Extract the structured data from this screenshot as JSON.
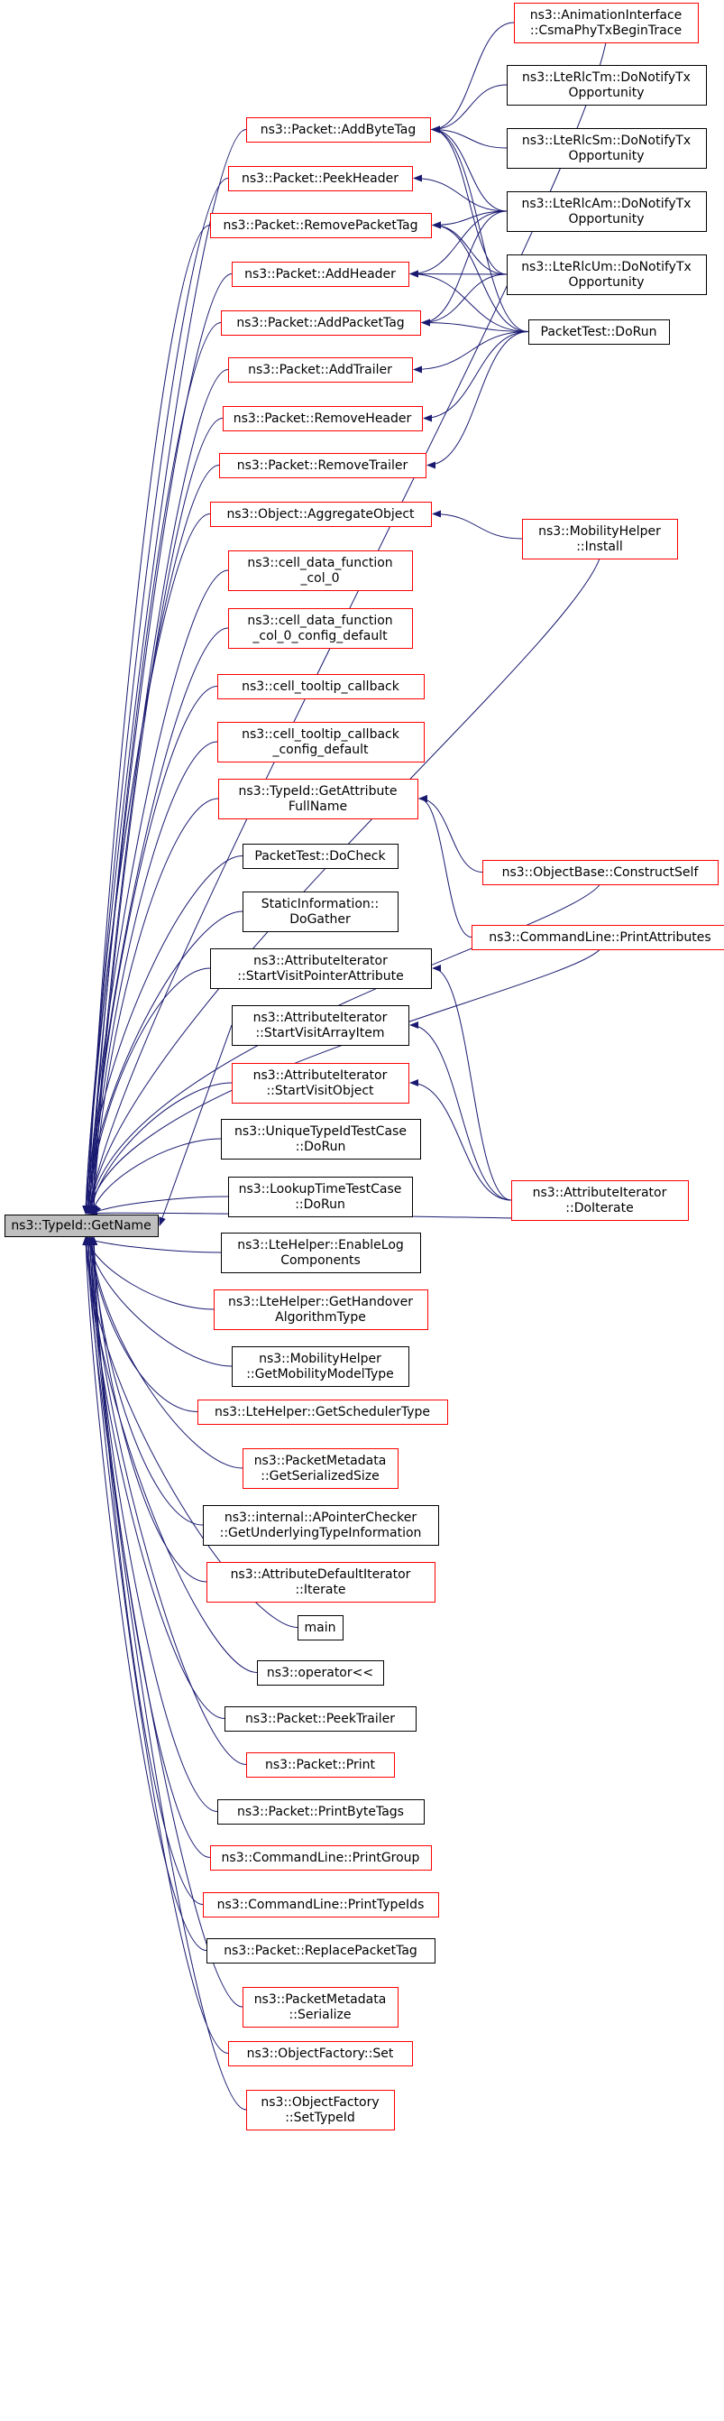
{
  "diagram": {
    "root": "ns3::TypeId::GetName",
    "colors": {
      "edge": "#191970",
      "red_border": "#ff0000",
      "black_border": "#000000",
      "root_fill": "#bfbfbf"
    },
    "callers": [
      {
        "id": "addbytetag",
        "lines": [
          "ns3::Packet::AddByteTag"
        ],
        "border": "red"
      },
      {
        "id": "peekheader",
        "lines": [
          "ns3::Packet::PeekHeader"
        ],
        "border": "red"
      },
      {
        "id": "removepackettag",
        "lines": [
          "ns3::Packet::RemovePacketTag"
        ],
        "border": "red"
      },
      {
        "id": "addheader",
        "lines": [
          "ns3::Packet::AddHeader"
        ],
        "border": "red"
      },
      {
        "id": "addpackettag",
        "lines": [
          "ns3::Packet::AddPacketTag"
        ],
        "border": "red"
      },
      {
        "id": "addtrailer",
        "lines": [
          "ns3::Packet::AddTrailer"
        ],
        "border": "red"
      },
      {
        "id": "removeheader",
        "lines": [
          "ns3::Packet::RemoveHeader"
        ],
        "border": "red"
      },
      {
        "id": "removetrailer",
        "lines": [
          "ns3::Packet::RemoveTrailer"
        ],
        "border": "red"
      },
      {
        "id": "aggregateobject",
        "lines": [
          "ns3::Object::AggregateObject"
        ],
        "border": "red"
      },
      {
        "id": "celldata0",
        "lines": [
          "ns3::cell_data_function",
          "_col_0"
        ],
        "border": "red"
      },
      {
        "id": "celldata0cfg",
        "lines": [
          "ns3::cell_data_function",
          "_col_0_config_default"
        ],
        "border": "red"
      },
      {
        "id": "celltooltip",
        "lines": [
          "ns3::cell_tooltip_callback"
        ],
        "border": "red"
      },
      {
        "id": "celltooltipcfg",
        "lines": [
          "ns3::cell_tooltip_callback",
          "_config_default"
        ],
        "border": "red"
      },
      {
        "id": "getattrfullname",
        "lines": [
          "ns3::TypeId::GetAttribute",
          "FullName"
        ],
        "border": "red"
      },
      {
        "id": "docheck",
        "lines": [
          "PacketTest::DoCheck"
        ],
        "border": "black"
      },
      {
        "id": "dogather",
        "lines": [
          "StaticInformation::",
          "DoGather"
        ],
        "border": "black"
      },
      {
        "id": "startvisitptr",
        "lines": [
          "ns3::AttributeIterator",
          "::StartVisitPointerAttribute"
        ],
        "border": "black"
      },
      {
        "id": "startvisitarr",
        "lines": [
          "ns3::AttributeIterator",
          "::StartVisitArrayItem"
        ],
        "border": "black"
      },
      {
        "id": "startvisitobj",
        "lines": [
          "ns3::AttributeIterator",
          "::StartVisitObject"
        ],
        "border": "red"
      },
      {
        "id": "uniquetypeid",
        "lines": [
          "ns3::UniqueTypeIdTestCase",
          "::DoRun"
        ],
        "border": "black"
      },
      {
        "id": "lookuptime",
        "lines": [
          "ns3::LookupTimeTestCase",
          "::DoRun"
        ],
        "border": "black"
      },
      {
        "id": "enablelog",
        "lines": [
          "ns3::LteHelper::EnableLog",
          "Components"
        ],
        "border": "black"
      },
      {
        "id": "gethandover",
        "lines": [
          "ns3::LteHelper::GetHandover",
          "AlgorithmType"
        ],
        "border": "red"
      },
      {
        "id": "getmobility",
        "lines": [
          "ns3::MobilityHelper",
          "::GetMobilityModelType"
        ],
        "border": "black"
      },
      {
        "id": "getscheduler",
        "lines": [
          "ns3::LteHelper::GetSchedulerType"
        ],
        "border": "red"
      },
      {
        "id": "getserialized",
        "lines": [
          "ns3::PacketMetadata",
          "::GetSerializedSize"
        ],
        "border": "red"
      },
      {
        "id": "apointer",
        "lines": [
          "ns3::internal::APointerChecker",
          "::GetUnderlyingTypeInformation"
        ],
        "border": "black"
      },
      {
        "id": "attrdefaultiter",
        "lines": [
          "ns3::AttributeDefaultIterator",
          "::Iterate"
        ],
        "border": "red"
      },
      {
        "id": "main",
        "lines": [
          "main"
        ],
        "border": "black"
      },
      {
        "id": "operator",
        "lines": [
          "ns3::operator<<"
        ],
        "border": "black"
      },
      {
        "id": "peektrailer",
        "lines": [
          "ns3::Packet::PeekTrailer"
        ],
        "border": "black"
      },
      {
        "id": "print",
        "lines": [
          "ns3::Packet::Print"
        ],
        "border": "red"
      },
      {
        "id": "printbytetags",
        "lines": [
          "ns3::Packet::PrintByteTags"
        ],
        "border": "black"
      },
      {
        "id": "printgroup",
        "lines": [
          "ns3::CommandLine::PrintGroup"
        ],
        "border": "red"
      },
      {
        "id": "printtypeids",
        "lines": [
          "ns3::CommandLine::PrintTypeIds"
        ],
        "border": "red"
      },
      {
        "id": "replacepackettag",
        "lines": [
          "ns3::Packet::ReplacePacketTag"
        ],
        "border": "black"
      },
      {
        "id": "metaserialize",
        "lines": [
          "ns3::PacketMetadata",
          "::Serialize"
        ],
        "border": "red"
      },
      {
        "id": "factoryset",
        "lines": [
          "ns3::ObjectFactory::Set"
        ],
        "border": "red"
      },
      {
        "id": "settypeid",
        "lines": [
          "ns3::ObjectFactory",
          "::SetTypeId"
        ],
        "border": "red"
      }
    ],
    "outer": [
      {
        "id": "csmaphy",
        "lines": [
          "ns3::AnimationInterface",
          "::CsmaPhyTxBeginTrace"
        ],
        "border": "red"
      },
      {
        "id": "rlctm",
        "lines": [
          "ns3::LteRlcTm::DoNotifyTx",
          "Opportunity"
        ],
        "border": "black"
      },
      {
        "id": "rlcsm",
        "lines": [
          "ns3::LteRlcSm::DoNotifyTx",
          "Opportunity"
        ],
        "border": "black"
      },
      {
        "id": "rlcam",
        "lines": [
          "ns3::LteRlcAm::DoNotifyTx",
          "Opportunity"
        ],
        "border": "black"
      },
      {
        "id": "rlcum",
        "lines": [
          "ns3::LteRlcUm::DoNotifyTx",
          "Opportunity"
        ],
        "border": "black"
      },
      {
        "id": "packettestdorun",
        "lines": [
          "PacketTest::DoRun"
        ],
        "border": "black"
      },
      {
        "id": "mobinstall",
        "lines": [
          "ns3::MobilityHelper",
          "::Install"
        ],
        "border": "red"
      },
      {
        "id": "constructself",
        "lines": [
          "ns3::ObjectBase::ConstructSelf"
        ],
        "border": "red"
      },
      {
        "id": "printattributes",
        "lines": [
          "ns3::CommandLine::PrintAttributes"
        ],
        "border": "red"
      },
      {
        "id": "doiterate",
        "lines": [
          "ns3::AttributeIterator",
          "::DoIterate"
        ],
        "border": "red"
      }
    ],
    "links": [
      [
        "csmaphy",
        "addbytetag"
      ],
      [
        "rlctm",
        "addbytetag"
      ],
      [
        "rlcsm",
        "addbytetag"
      ],
      [
        "rlcam",
        "addbytetag"
      ],
      [
        "rlcum",
        "addbytetag"
      ],
      [
        "packettestdorun",
        "addbytetag"
      ],
      [
        "rlcam",
        "peekheader"
      ],
      [
        "rlcam",
        "removepackettag"
      ],
      [
        "rlcum",
        "removepackettag"
      ],
      [
        "packettestdorun",
        "removepackettag"
      ],
      [
        "rlcam",
        "addheader"
      ],
      [
        "rlcum",
        "addheader"
      ],
      [
        "packettestdorun",
        "addheader"
      ],
      [
        "rlcam",
        "addpackettag"
      ],
      [
        "rlcum",
        "addpackettag"
      ],
      [
        "packettestdorun",
        "addpackettag"
      ],
      [
        "packettestdorun",
        "addtrailer"
      ],
      [
        "packettestdorun",
        "removeheader"
      ],
      [
        "packettestdorun",
        "removetrailer"
      ],
      [
        "mobinstall",
        "aggregateobject"
      ],
      [
        "constructself",
        "getattrfullname"
      ],
      [
        "printattributes",
        "getattrfullname"
      ],
      [
        "doiterate",
        "startvisitptr"
      ],
      [
        "doiterate",
        "startvisitarr"
      ],
      [
        "doiterate",
        "startvisitobj"
      ]
    ],
    "root_direct_callers": [
      "csmaphy",
      "mobinstall",
      "constructself",
      "printattributes",
      "doiterate"
    ]
  }
}
